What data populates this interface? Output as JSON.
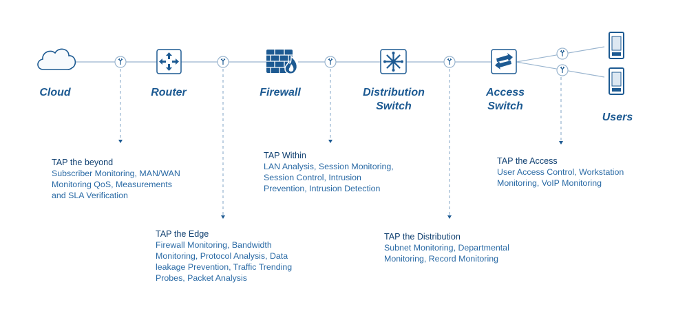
{
  "colors": {
    "primary": "#1d5a92",
    "dark": "#0f3f70",
    "text": "#2a6aa5",
    "line": "#9ab5cf",
    "cloud_fill": "#f7fafd"
  },
  "nodes": {
    "cloud": {
      "label": "Cloud",
      "icon": "cloud-icon"
    },
    "router": {
      "label": "Router",
      "icon": "router-arrows-icon"
    },
    "firewall": {
      "label": "Firewall",
      "icon": "firewall-brick-flame-icon"
    },
    "distribution": {
      "label": "Distribution\nSwitch",
      "icon": "snowflake-switch-icon"
    },
    "access": {
      "label": "Access\nSwitch",
      "icon": "swap-arrows-switch-icon"
    },
    "users": {
      "label": "Users",
      "icon": "mobile-device-icon"
    }
  },
  "taps": {
    "beyond": {
      "title": "TAP the beyond",
      "description": "Subscriber Monitoring, MAN/WAN\nMonitoring QoS,  Measurements\nand SLA Verification"
    },
    "edge": {
      "title": "TAP the Edge",
      "description": "Firewall Monitoring, Bandwidth\nMonitoring, Protocol Analysis, Data\nleakage Prevention, Traffic Trending\nProbes, Packet Analysis"
    },
    "within": {
      "title": "TAP Within",
      "description": "LAN Analysis, Session Monitoring,\nSession Control, Intrusion\nPrevention, Intrusion Detection"
    },
    "distribution": {
      "title": "TAP the Distribution",
      "description": "Subnet Monitoring, Departmental\nMonitoring, Record Monitoring"
    },
    "access": {
      "title": "TAP the Access",
      "description": "User Access Control, Workstation\nMonitoring, VoIP Monitoring"
    }
  },
  "tap_marker_icon": "tap-port-icon"
}
